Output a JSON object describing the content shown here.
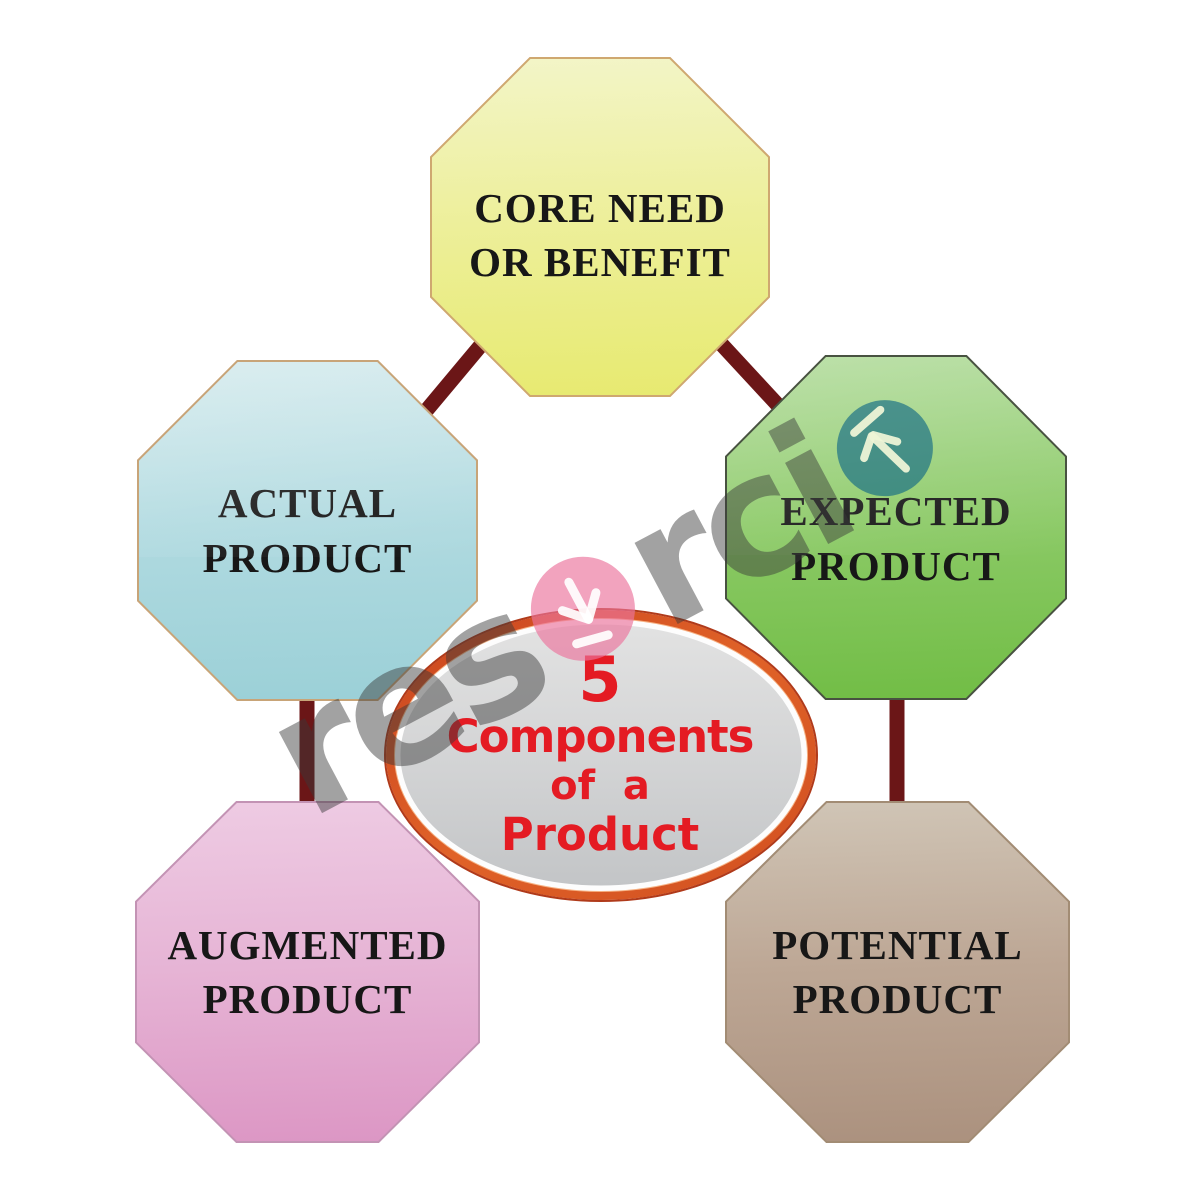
{
  "title": "5 Components of a Product",
  "center": {
    "number": "5",
    "line1": "Components",
    "line2": "of a",
    "line3": "Product",
    "text_color": "#e41b23",
    "ring_color": "#dd5a22",
    "ring_outer_color": "#b03a1a",
    "ring_highlight_color": "#f6b183",
    "fill_top": "#dfdfdf",
    "fill_bottom": "#c3c5c7"
  },
  "nodes": [
    {
      "id": "core-need",
      "line1": "CORE NEED",
      "line2": "OR BENEFIT",
      "fill_top": "#f3f5c8",
      "fill_mid": "#edef9a",
      "fill_bottom": "#e7ea70",
      "border": "#cfa870"
    },
    {
      "id": "actual",
      "line1": "ACTUAL",
      "line2": "PRODUCT",
      "fill_top": "#cde7ea",
      "fill_mid": "#b0dae0",
      "fill_bottom": "#9bd0d7",
      "border": "#c8a478"
    },
    {
      "id": "expected",
      "line1": "EXPECTED",
      "line2": "PRODUCT",
      "fill_top": "#a4d58a",
      "fill_mid": "#8cca67",
      "fill_bottom": "#71bd45",
      "border": "#485241"
    },
    {
      "id": "augmented",
      "line1": "AUGMENTED",
      "line2": "PRODUCT",
      "fill_top": "#eecbe3",
      "fill_mid": "#e6b4d5",
      "fill_bottom": "#dc96c4",
      "border": "#c393b4"
    },
    {
      "id": "potential",
      "line1": "POTENTIAL",
      "line2": "PRODUCT",
      "fill_top": "#d0c5b6",
      "fill_mid": "#bda795",
      "fill_bottom": "#ab917e",
      "border": "#a28c74"
    }
  ],
  "connector_color": "#6b1617",
  "watermark": {
    "segment1": "res",
    "segment2": "rci",
    "icon1": "arrow-down-circle",
    "icon2": "arrow-up-circle",
    "gray": "#9a9a9a",
    "pink": "#f2a6bc",
    "teal": "#4e8f96"
  }
}
